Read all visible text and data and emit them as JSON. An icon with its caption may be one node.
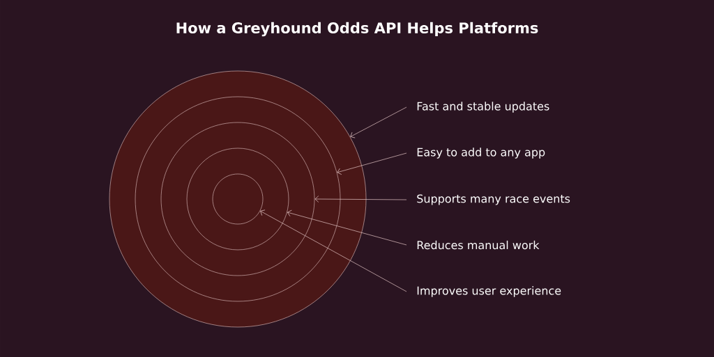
{
  "diagram": {
    "title": "How a Greyhound Odds API Helps Platforms",
    "nodes": [
      {
        "text": [],
        "shape": "circle"
      },
      {
        "text": [],
        "shape": "circle",
        "in": 0
      },
      {
        "text": [],
        "shape": "circle",
        "in": 1
      },
      {
        "text": [],
        "shape": "circle",
        "in": 2
      },
      {
        "text": [],
        "shape": "circle",
        "in": 3
      },
      {
        "text": [
          "Fast and stable updates"
        ]
      },
      {
        "text": [
          "Easy to add to any app"
        ]
      },
      {
        "text": [
          "Supports many race events"
        ]
      },
      {
        "text": [
          "Reduces manual work"
        ]
      },
      {
        "text": [
          "Improves user experience"
        ]
      }
    ],
    "edges": [
      {
        "from": 5,
        "to": 0,
        "arrow": "to"
      },
      {
        "from": 6,
        "to": 1,
        "arrow": "to"
      },
      {
        "from": 7,
        "to": 2,
        "arrow": "to"
      },
      {
        "from": 8,
        "to": 3,
        "arrow": "to"
      },
      {
        "from": 9,
        "to": 4,
        "arrow": "to"
      }
    ]
  }
}
